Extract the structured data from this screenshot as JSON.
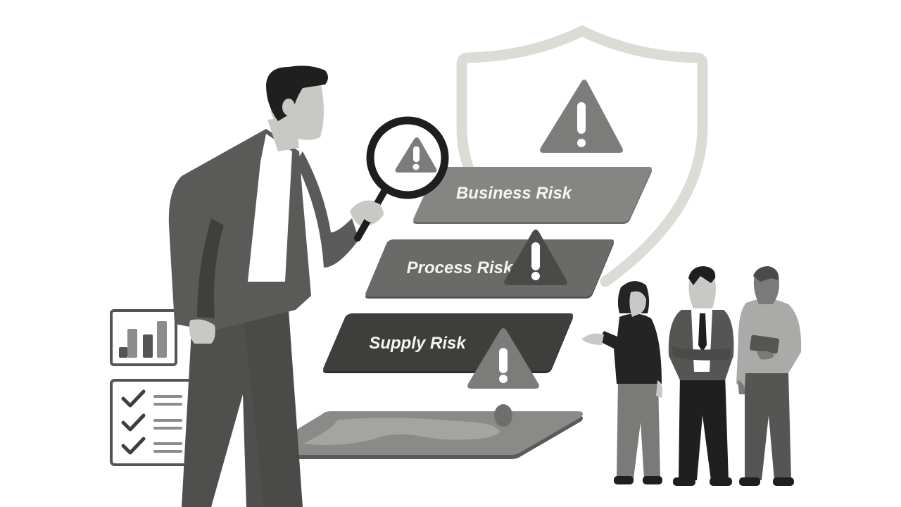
{
  "illustration": {
    "theme": "Risk assessment",
    "colors": {
      "background": "#ffffff",
      "shield_outline": "#dcdcd6",
      "business_banner": "#858583",
      "process_banner": "#6a6a68",
      "supply_banner": "#3e3e3c",
      "warning_triangle": "#7c7c7a",
      "warning_triangle_dark": "#4a4a48",
      "magnifier_ring": "#1e1e1e",
      "suit": "#4f4f4d",
      "skin_light": "#c8c8c4",
      "hair": "#1f1f1f"
    },
    "risk_banners": [
      {
        "label": "Business Risk"
      },
      {
        "label": "Process Risk"
      },
      {
        "label": "Supply Risk"
      }
    ],
    "icons": {
      "shield": "shield-icon",
      "warning": "warning-icon",
      "magnifier": "magnifying-glass-icon",
      "bar_chart": "bar-chart-icon",
      "checklist": "checklist-icon"
    },
    "checklist_items": 3,
    "bar_chart_bars": 4
  }
}
